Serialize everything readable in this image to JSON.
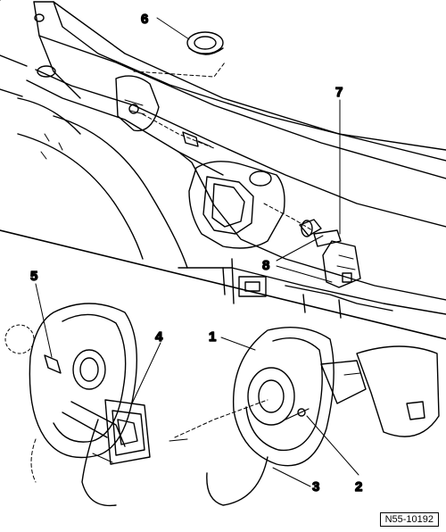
{
  "diagram": {
    "callouts": [
      "1",
      "2",
      "3",
      "4",
      "5",
      "6",
      "7",
      "8"
    ],
    "reference_code": "N55-10192"
  }
}
